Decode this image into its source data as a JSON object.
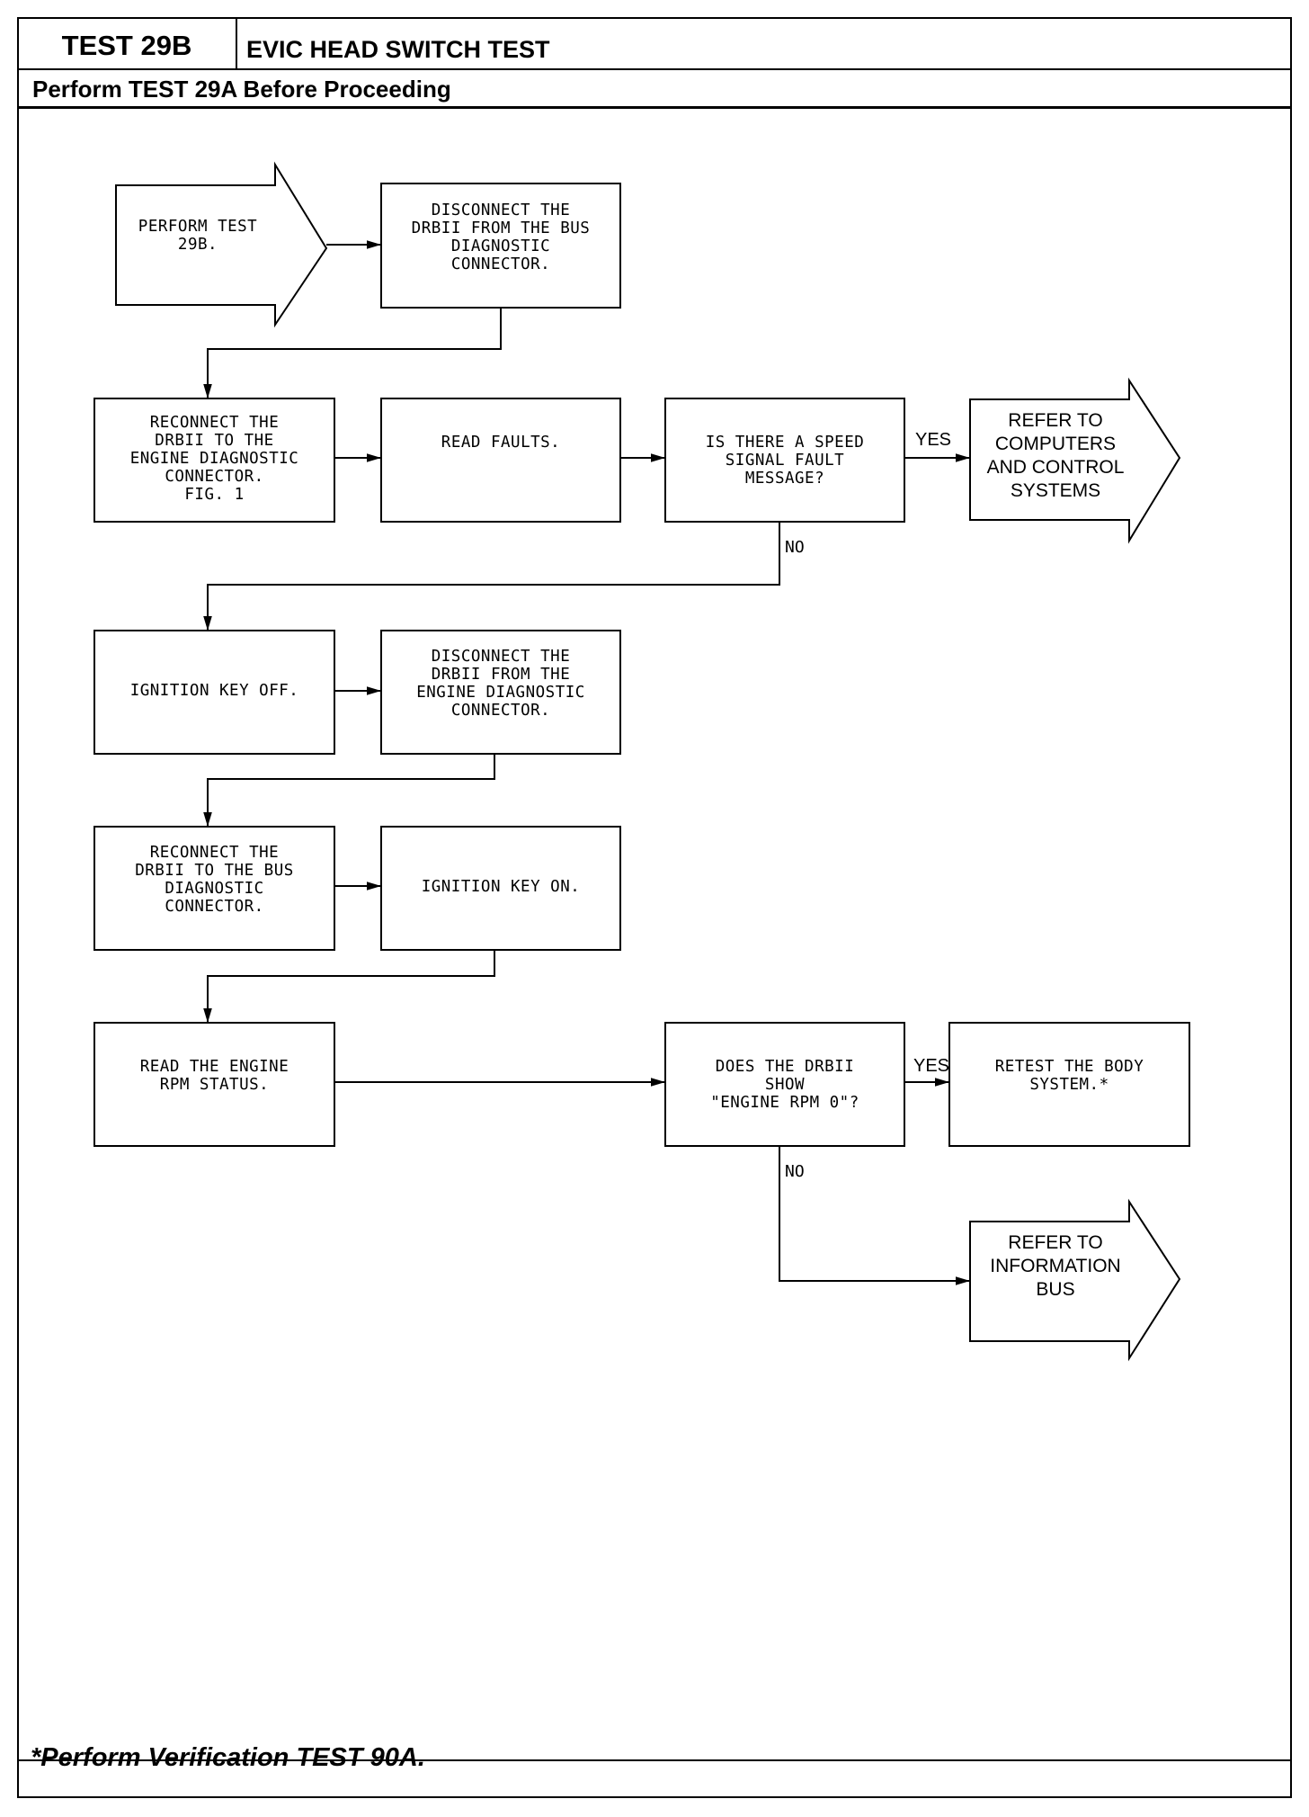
{
  "header": {
    "test_label": "TEST 29B",
    "title": "EVIC HEAD SWITCH TEST",
    "subtitle": "Perform TEST 29A Before Proceeding"
  },
  "flow": {
    "start": "PERFORM TEST\n29B.",
    "disconnect_bus": "DISCONNECT THE\nDRBII FROM THE BUS\nDIAGNOSTIC\nCONNECTOR.",
    "reconnect_engine": "RECONNECT THE\nDRBII TO THE\nENGINE DIAGNOSTIC\nCONNECTOR.\nFIG. 1",
    "read_faults": "READ FAULTS.",
    "speed_question": "IS THERE A SPEED\nSIGNAL FAULT\nMESSAGE?",
    "refer_computers": "REFER TO\nCOMPUTERS\nAND CONTROL\nSYSTEMS",
    "ignition_off": "IGNITION KEY OFF.",
    "disconnect_engine": "DISCONNECT THE\nDRBII FROM THE\nENGINE DIAGNOSTIC\nCONNECTOR.",
    "reconnect_bus": "RECONNECT THE\nDRBII TO THE BUS\nDIAGNOSTIC\nCONNECTOR.",
    "ignition_on": "IGNITION KEY ON.",
    "read_rpm": "READ THE ENGINE\nRPM STATUS.",
    "rpm_question": "DOES THE DRBII\nSHOW\n\"ENGINE RPM 0\"?",
    "retest_body": "RETEST THE BODY\nSYSTEM.*",
    "refer_bus": "REFER TO\nINFORMATION\nBUS"
  },
  "edges": {
    "yes": "YES",
    "no": "NO"
  },
  "footer": {
    "note": "*Perform Verification TEST 90A."
  }
}
